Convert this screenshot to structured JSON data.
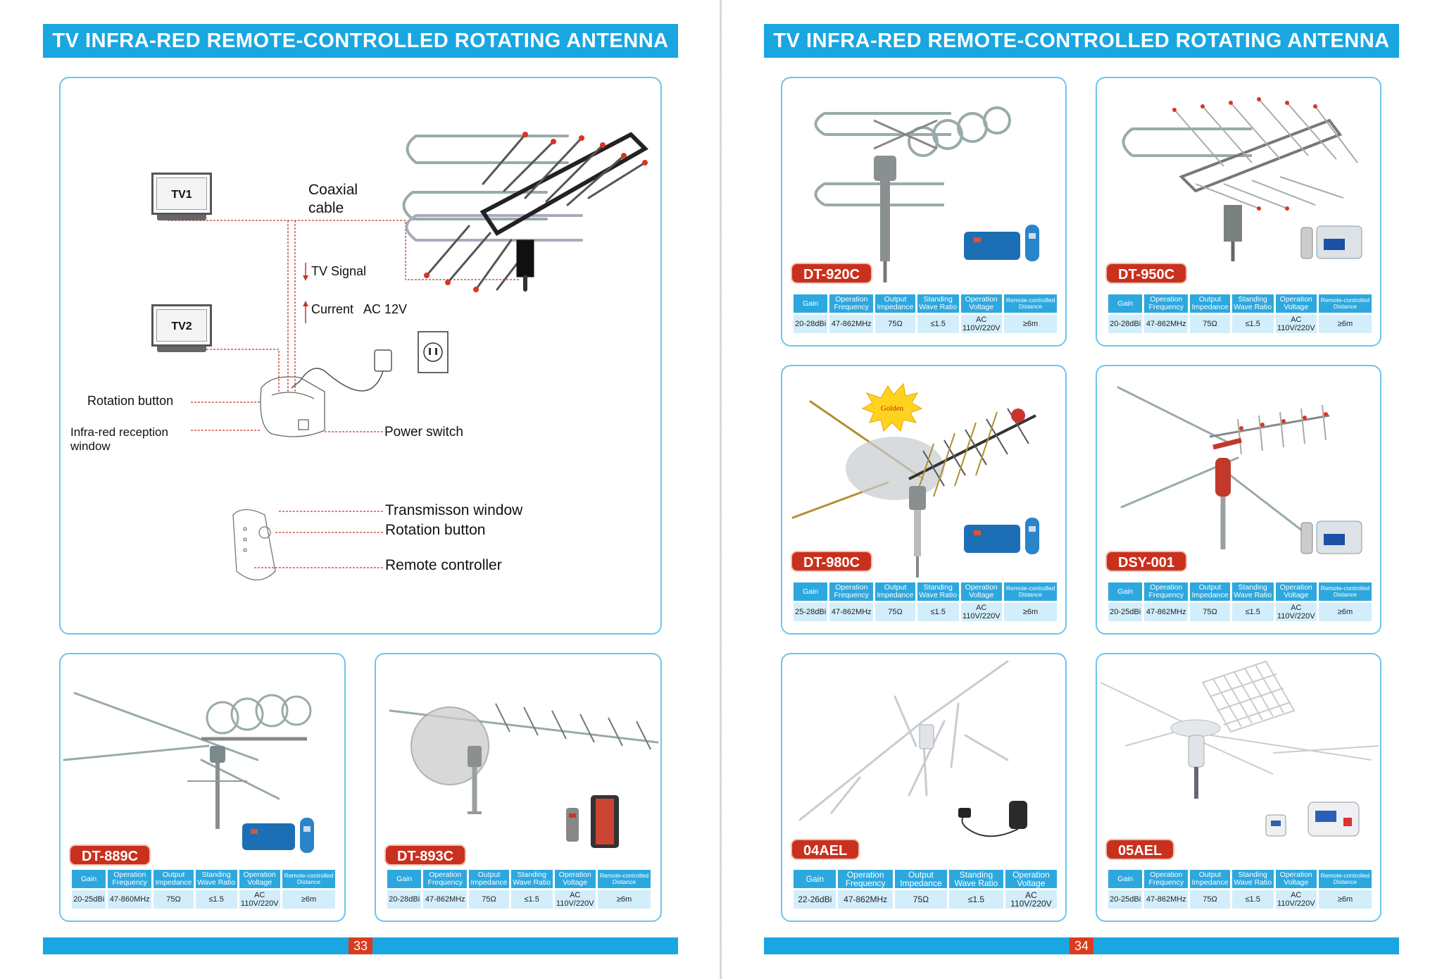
{
  "header": {
    "left_title": "TV INFRA-RED REMOTE-CONTROLLED ROTATING ANTENNA",
    "right_title": "TV INFRA-RED REMOTE-CONTROLLED ROTATING ANTENNA"
  },
  "footer": {
    "left_page": "33",
    "right_page": "34"
  },
  "diagram": {
    "tv1": "TV1",
    "tv2": "TV2",
    "coaxial_line1": "Coaxial",
    "coaxial_line2": "cable",
    "tv_signal": "TV Signal",
    "current": "Current   AC 12V",
    "rotation_button": "Rotation button",
    "infrared_line1": "Infra-red reception",
    "infrared_line2": "window",
    "power_switch": "Power switch",
    "transmission_window": "Transmisson window",
    "remote_rotation_button": "Rotation button",
    "remote_controller": "Remote controller"
  },
  "spec_headers": {
    "gain": "Gain",
    "op_freq_1": "Operation",
    "op_freq_2": "Frequency",
    "out_imp_1": "Output",
    "out_imp_2": "Impedance",
    "swr_1": "Standing",
    "swr_2": "Wave Ratio",
    "op_volt_1": "Operation",
    "op_volt_2": "Voltage",
    "remote_1": "Remote-controlled",
    "remote_2": "Distance"
  },
  "products": [
    {
      "model": "DT-889C",
      "gain": "20-25dBi",
      "frequency": "47-860MHz",
      "impedance": "75Ω",
      "swr": "≤1.5",
      "voltage_1": "AC",
      "voltage_2": "110V/220V",
      "distance": "≥6m"
    },
    {
      "model": "DT-893C",
      "gain": "20-28dBi",
      "frequency": "47-862MHz",
      "impedance": "75Ω",
      "swr": "≤1.5",
      "voltage_1": "AC",
      "voltage_2": "110V/220V",
      "distance": "≥6m"
    },
    {
      "model": "DT-920C",
      "gain": "20-28dBi",
      "frequency": "47-862MHz",
      "impedance": "75Ω",
      "swr": "≤1.5",
      "voltage_1": "AC",
      "voltage_2": "110V/220V",
      "distance": "≥6m"
    },
    {
      "model": "DT-950C",
      "gain": "20-28dBi",
      "frequency": "47-862MHz",
      "impedance": "75Ω",
      "swr": "≤1.5",
      "voltage_1": "AC",
      "voltage_2": "110V/220V",
      "distance": "≥6m"
    },
    {
      "model": "DT-980C",
      "gain": "25-28dBi",
      "frequency": "47-862MHz",
      "impedance": "75Ω",
      "swr": "≤1.5",
      "voltage_1": "AC",
      "voltage_2": "110V/220V",
      "distance": "≥6m",
      "badge": "Golden"
    },
    {
      "model": "DSY-001",
      "gain": "20-25dBi",
      "frequency": "47-862MHz",
      "impedance": "75Ω",
      "swr": "≤1.5",
      "voltage_1": "AC",
      "voltage_2": "110V/220V",
      "distance": "≥6m"
    },
    {
      "model": "04AEL",
      "gain": "22-26dBi",
      "frequency": "47-862MHz",
      "impedance": "75Ω",
      "swr": "≤1.5",
      "voltage_1": "AC",
      "voltage_2": "110V/220V"
    },
    {
      "model": "05AEL",
      "gain": "20-25dBi",
      "frequency": "47-862MHz",
      "impedance": "75Ω",
      "swr": "≤1.5",
      "voltage_1": "AC",
      "voltage_2": "110V/220V",
      "distance": "≥6m"
    }
  ],
  "colors": {
    "brand_blue": "#1aa6e0",
    "model_red": "#c9301d",
    "cell_light": "#d3eefb",
    "box_border": "#6cc6ea"
  }
}
